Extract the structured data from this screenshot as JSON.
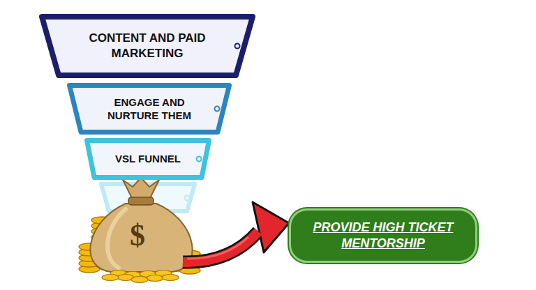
{
  "diagram": {
    "nodes": [
      {
        "text": [
          "CONTENT AND PAID MARKETING"
        ]
      },
      {
        "text": [
          "ENGAGE AND NURTURE THEM"
        ]
      },
      {
        "text": [
          "VSL FUNNEL"
        ]
      },
      {
        "text": [
          "PROVIDE HIGH TICKET MENTORSHIP"
        ]
      }
    ],
    "labels": [
      "$"
    ]
  }
}
